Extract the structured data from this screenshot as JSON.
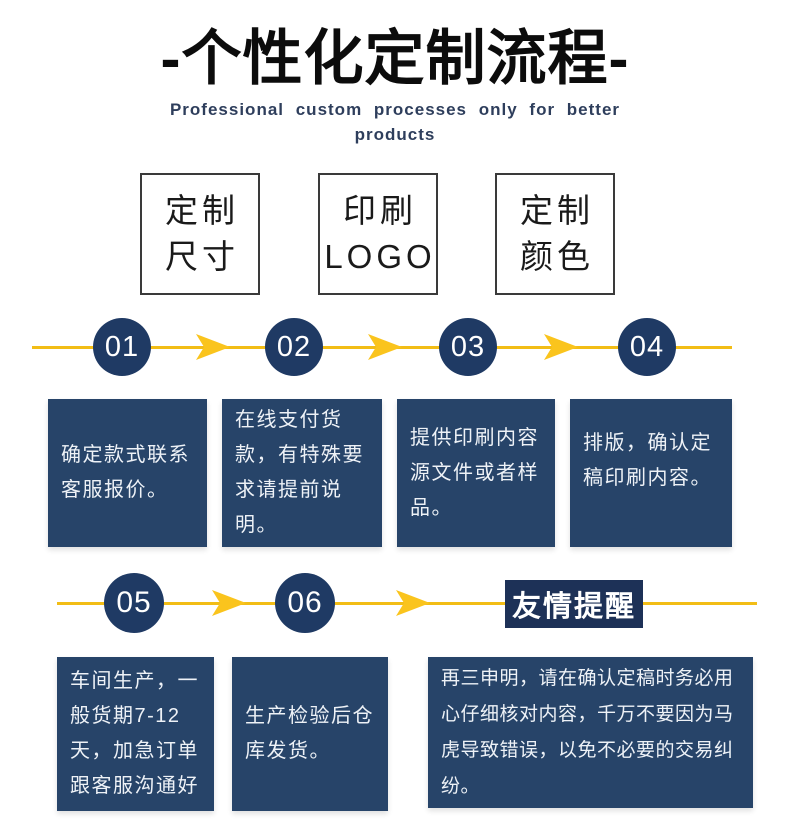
{
  "title": "-个性化定制流程-",
  "subtitle": {
    "lines": [
      "Professional custom processes only for better",
      "products"
    ]
  },
  "option_boxes": [
    {
      "name": "custom-size",
      "lines": [
        "定制",
        "尺寸"
      ]
    },
    {
      "name": "print-logo",
      "lines": [
        "印刷",
        "LOGO"
      ]
    },
    {
      "name": "custom-color",
      "lines": [
        "定制",
        "颜色"
      ]
    }
  ],
  "flow_row1": {
    "steps": [
      "01",
      "02",
      "03",
      "04"
    ]
  },
  "step_boxes_row1": [
    {
      "lines": [
        "确定款式联系",
        "客服报价。"
      ]
    },
    {
      "lines": [
        "在线支付货",
        "款，有特殊要",
        "求请提前说",
        "明。"
      ]
    },
    {
      "lines": [
        "提供印刷内容",
        "源文件或者样",
        "品。"
      ]
    },
    {
      "lines": [
        "排版，确认定",
        "稿印刷内容。"
      ]
    }
  ],
  "flow_row2": {
    "steps": [
      "05",
      "06"
    ],
    "reminder_label": "友情提醒"
  },
  "step_boxes_row2": [
    {
      "lines": [
        "车间生产，一",
        "般货期7-12",
        "天，加急订单",
        "跟客服沟通好"
      ]
    },
    {
      "lines": [
        "生产检验后仓",
        "库发货。"
      ]
    }
  ],
  "reminder_box": {
    "lines": [
      "再三申明，请在确认定稿时务必用",
      "心仔细核对内容，千万不要因为马",
      "虎导致错误，以免不必要的交易纠",
      "纷。"
    ]
  },
  "colors": {
    "navy": "#1f3a64",
    "box_navy": "#274469",
    "header_navy": "#1d3157",
    "yellow_line": "#f2bd16",
    "yellow_arrow": "#fac41d",
    "title_black": "#0c0c0c",
    "subtitle_navy": "#2e3e5c"
  }
}
